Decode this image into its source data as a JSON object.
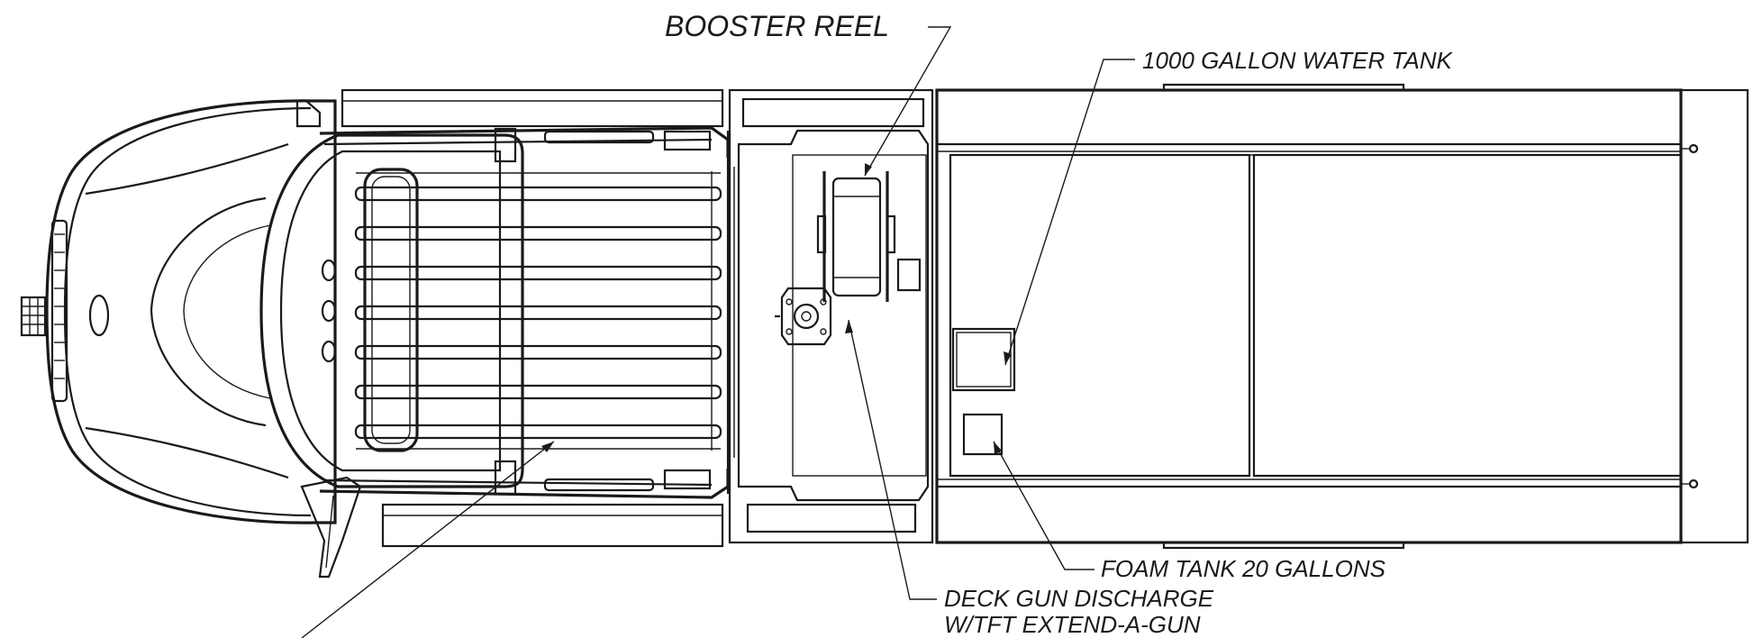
{
  "diagram": {
    "callouts": {
      "booster_reel": "BOOSTER REEL",
      "water_tank": "1000 GALLON WATER TANK",
      "foam_tank": "FOAM TANK 20 GALLONS",
      "deck_gun_line1": "DECK GUN DISCHARGE",
      "deck_gun_line2": "W/TFT EXTEND-A-GUN"
    },
    "colors": {
      "line": "#1a1a1a",
      "background": "#ffffff"
    }
  }
}
